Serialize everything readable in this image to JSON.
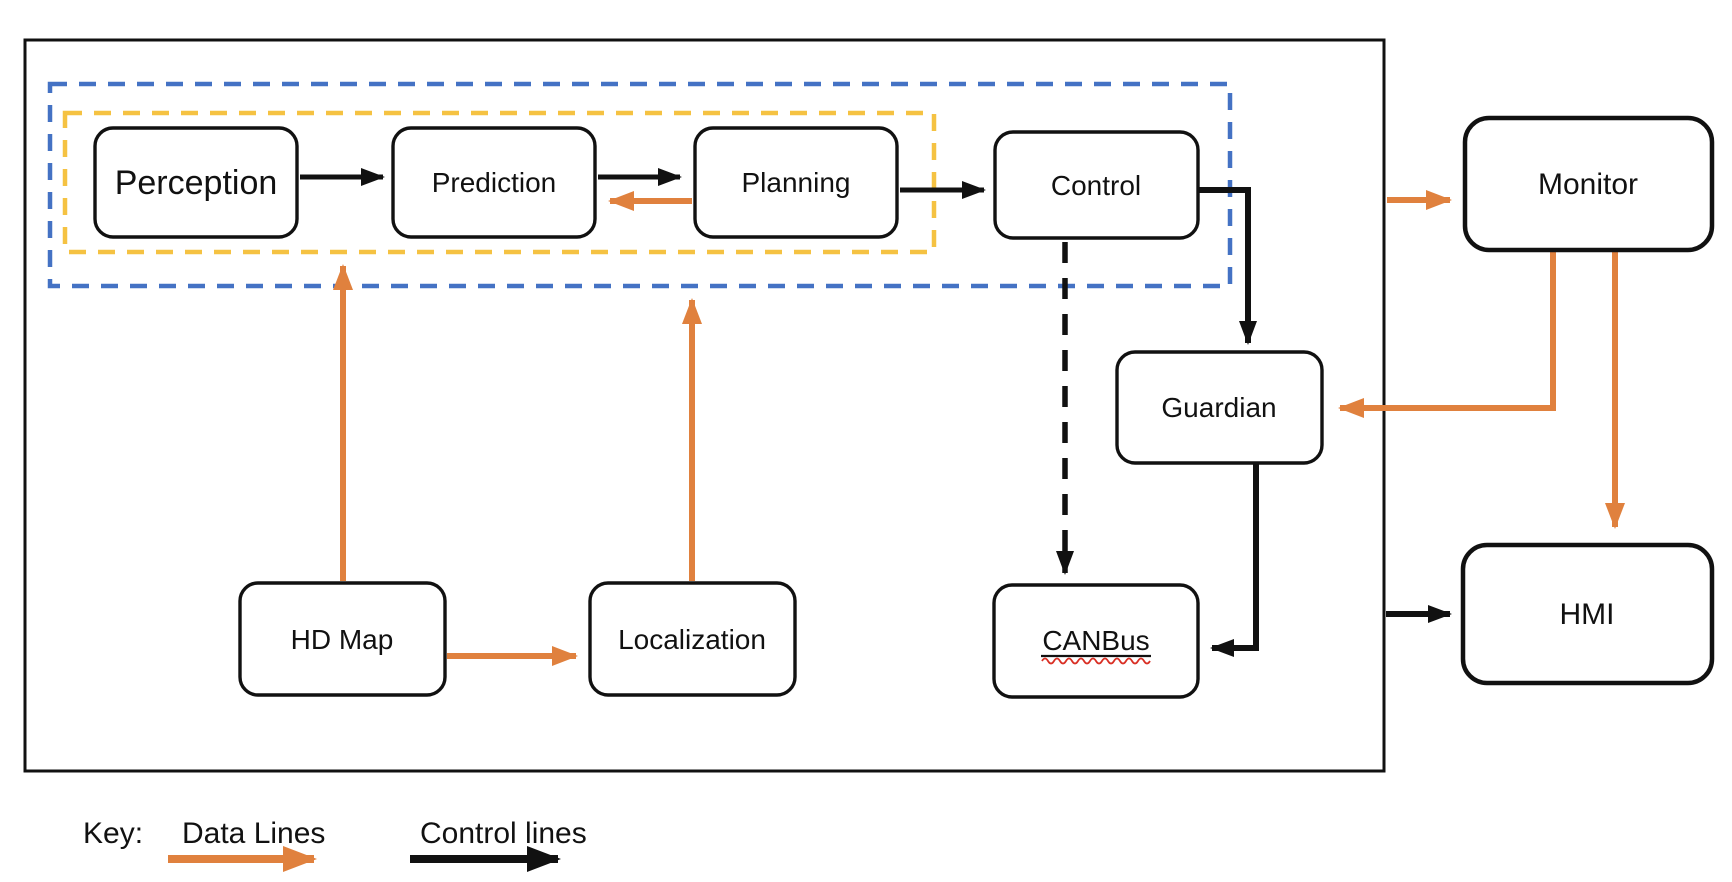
{
  "colors": {
    "data_line": "#E0813E",
    "control_line": "#111111",
    "group_outer_dashed": "#4472C4",
    "group_inner_dashed": "#F5C242",
    "spellcheck_underline": "#D93025",
    "box_border": "#111111",
    "background": "#FFFFFF"
  },
  "boxes": {
    "perception": "Perception",
    "prediction": "Prediction",
    "planning": "Planning",
    "control": "Control",
    "guardian": "Guardian",
    "canbus": "CANBus",
    "hd_map": "HD Map",
    "localization": "Localization",
    "monitor": "Monitor",
    "hmi": "HMI"
  },
  "key": {
    "label": "Key:",
    "data_lines": "Data Lines",
    "control_lines": "Control lines"
  }
}
